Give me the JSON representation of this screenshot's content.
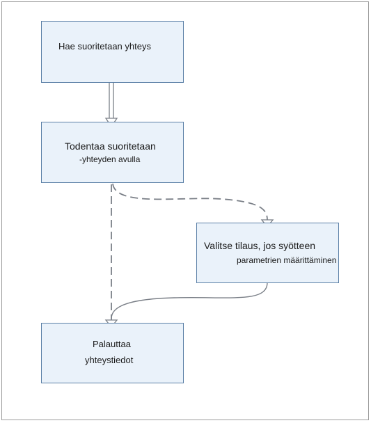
{
  "nodes": {
    "n1": {
      "label": "Hae suoritetaan yhteys"
    },
    "n2": {
      "line1": "Todentaa suoritetaan",
      "line2": "-yhteyden avulla"
    },
    "n3": {
      "line1": "Valitse tilaus, jos syötteen",
      "line2": "parametrien määrittäminen"
    },
    "n4": {
      "line1": "Palauttaa",
      "line2": "yhteystiedot"
    }
  },
  "connectors": [
    {
      "from": "n1",
      "to": "n2",
      "style": "double-solid"
    },
    {
      "from": "n2",
      "to": "n3",
      "style": "dashed"
    },
    {
      "from": "n2",
      "to": "n4",
      "style": "dashed"
    },
    {
      "from": "n3",
      "to": "n4",
      "style": "solid"
    }
  ],
  "colors": {
    "node_fill": "#eaf2fa",
    "node_border": "#5a7fa6",
    "connector": "#7a7f87",
    "frame": "#9a9a9a"
  }
}
